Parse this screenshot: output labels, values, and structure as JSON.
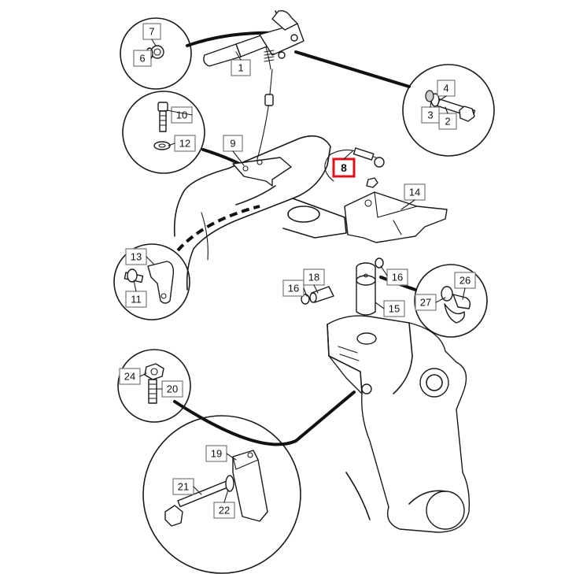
{
  "diagram": {
    "highlight_color": "#e0101a",
    "line_color": "#1a1a1a",
    "callouts": [
      {
        "id": "1",
        "label": "1"
      },
      {
        "id": "2",
        "label": "2"
      },
      {
        "id": "3",
        "label": "3"
      },
      {
        "id": "4",
        "label": "4"
      },
      {
        "id": "6",
        "label": "6"
      },
      {
        "id": "7",
        "label": "7"
      },
      {
        "id": "8",
        "label": "8",
        "highlighted": true
      },
      {
        "id": "9",
        "label": "9"
      },
      {
        "id": "10",
        "label": "10"
      },
      {
        "id": "11",
        "label": "11"
      },
      {
        "id": "12",
        "label": "12"
      },
      {
        "id": "13",
        "label": "13"
      },
      {
        "id": "14",
        "label": "14"
      },
      {
        "id": "15",
        "label": "15"
      },
      {
        "id": "16a",
        "label": "16"
      },
      {
        "id": "16b",
        "label": "16"
      },
      {
        "id": "18",
        "label": "18"
      },
      {
        "id": "19",
        "label": "19"
      },
      {
        "id": "20",
        "label": "20"
      },
      {
        "id": "21",
        "label": "21"
      },
      {
        "id": "22",
        "label": "22"
      },
      {
        "id": "24",
        "label": "24"
      },
      {
        "id": "26",
        "label": "26"
      },
      {
        "id": "27",
        "label": "27"
      }
    ]
  }
}
